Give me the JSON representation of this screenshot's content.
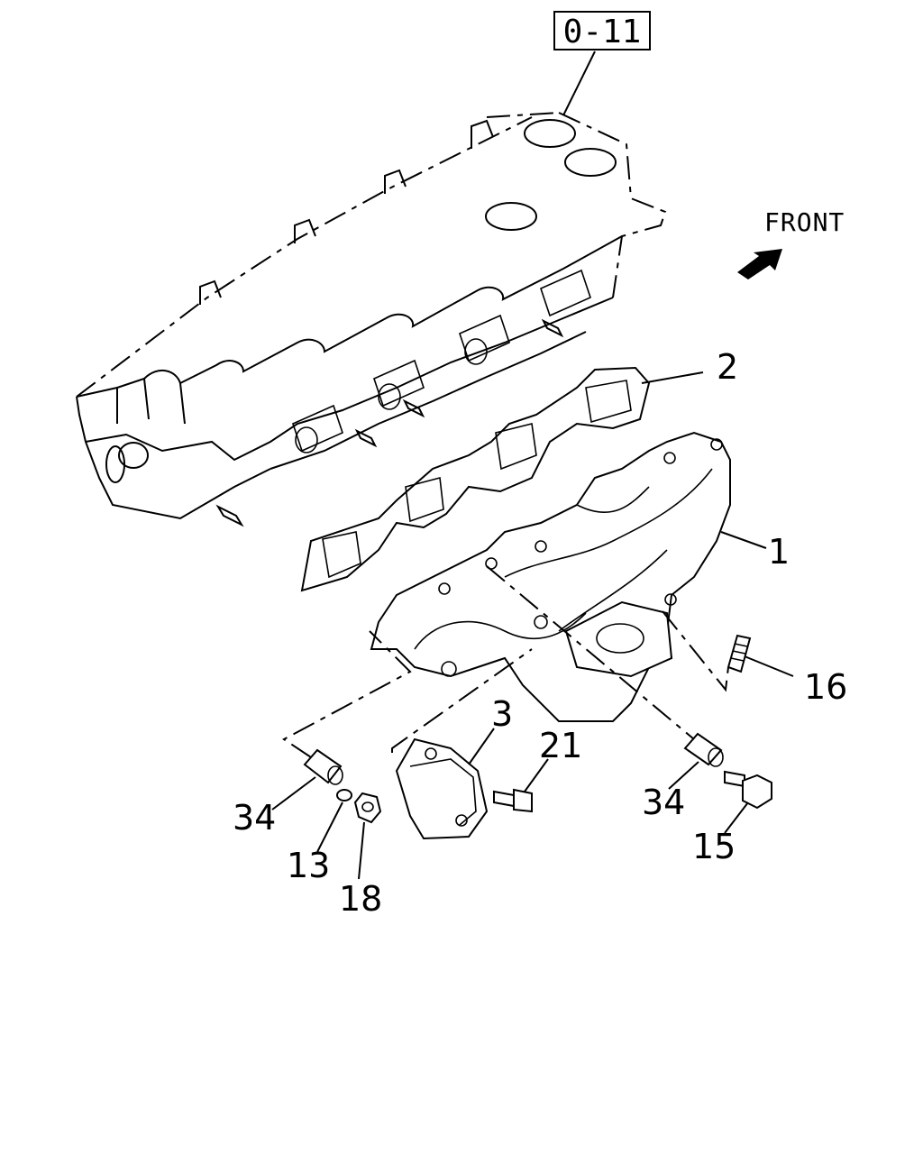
{
  "reference_box": "0-11",
  "direction_label": "FRONT",
  "callouts": [
    {
      "id": "c1",
      "label": "1"
    },
    {
      "id": "c2",
      "label": "2"
    },
    {
      "id": "c3",
      "label": "3"
    },
    {
      "id": "c13",
      "label": "13"
    },
    {
      "id": "c15",
      "label": "15"
    },
    {
      "id": "c16",
      "label": "16"
    },
    {
      "id": "c18",
      "label": "18"
    },
    {
      "id": "c21",
      "label": "21"
    },
    {
      "id": "c34a",
      "label": "34"
    },
    {
      "id": "c34b",
      "label": "34"
    }
  ]
}
